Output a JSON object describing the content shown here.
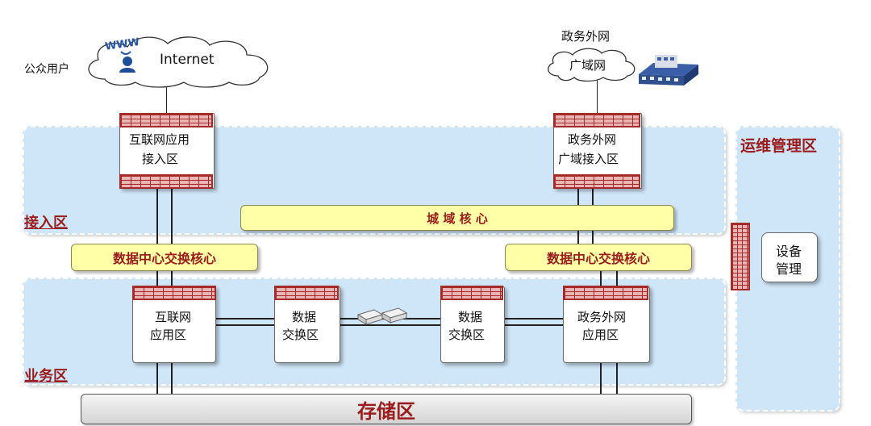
{
  "internet": {
    "cloud_label": "Internet",
    "users_label": "公众用户"
  },
  "gov_external": {
    "title": "政务外网",
    "cloud_label": "广域网"
  },
  "zones": {
    "access": {
      "label": "接入区"
    },
    "business": {
      "label": "业务区"
    },
    "ops": {
      "label": "运维管理区"
    }
  },
  "nodes": {
    "internet_access": {
      "line1": "互联网应用",
      "line2": "接入区"
    },
    "gov_access": {
      "line1": "政务外网",
      "line2": "广域接入区"
    },
    "metro_core": {
      "label": "城 域 核 心"
    },
    "dc_core_left": {
      "label": "数据中心交换核心"
    },
    "dc_core_right": {
      "label": "数据中心交换核心"
    },
    "internet_app": {
      "line1": "互联网",
      "line2": "应用区"
    },
    "data_exchange_left": {
      "line1": "数据",
      "line2": "交换区"
    },
    "data_exchange_right": {
      "line1": "数据",
      "line2": "交换区"
    },
    "gov_app": {
      "line1": "政务外网",
      "line2": "应用区"
    },
    "device_mgmt": {
      "line1": "设备",
      "line2": "管理"
    },
    "storage": {
      "label": "存储区"
    }
  },
  "colors": {
    "zone_fill": "#cfe6f8",
    "label_red": "#9b1c1c",
    "core_yellow": "#ffffa8",
    "firewall": "#a52a2a"
  }
}
